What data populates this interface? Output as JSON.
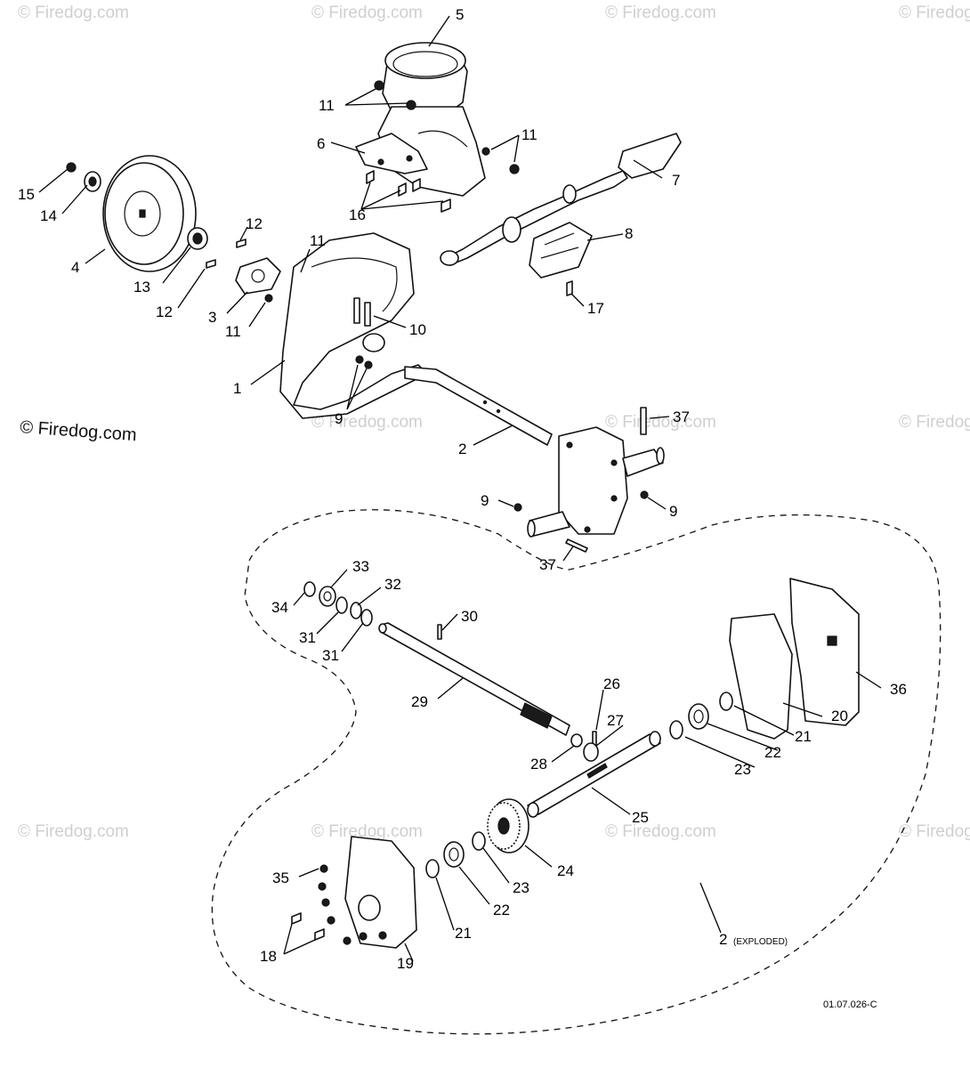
{
  "watermark": {
    "text": "© Firedog.com"
  },
  "callouts": {
    "c1": "1",
    "c2": "2",
    "c3": "3",
    "c4": "4",
    "c5": "5",
    "c6": "6",
    "c7": "7",
    "c8": "8",
    "c9": "9",
    "c10": "10",
    "c11": "11",
    "c12": "12",
    "c13": "13",
    "c14": "14",
    "c15": "15",
    "c16": "16",
    "c17": "17",
    "c18": "18",
    "c19": "19",
    "c20": "20",
    "c21": "21",
    "c22": "22",
    "c23": "23",
    "c24": "24",
    "c25": "25",
    "c26": "26",
    "c27": "27",
    "c28": "28",
    "c29": "29",
    "c30": "30",
    "c31": "31",
    "c32": "32",
    "c33": "33",
    "c34": "34",
    "c35": "35",
    "c36": "36",
    "c37": "37"
  },
  "exploded_label": {
    "number": "2",
    "suffix": "(EXPLODED)"
  },
  "drawing_ref": "01.07.026-C"
}
